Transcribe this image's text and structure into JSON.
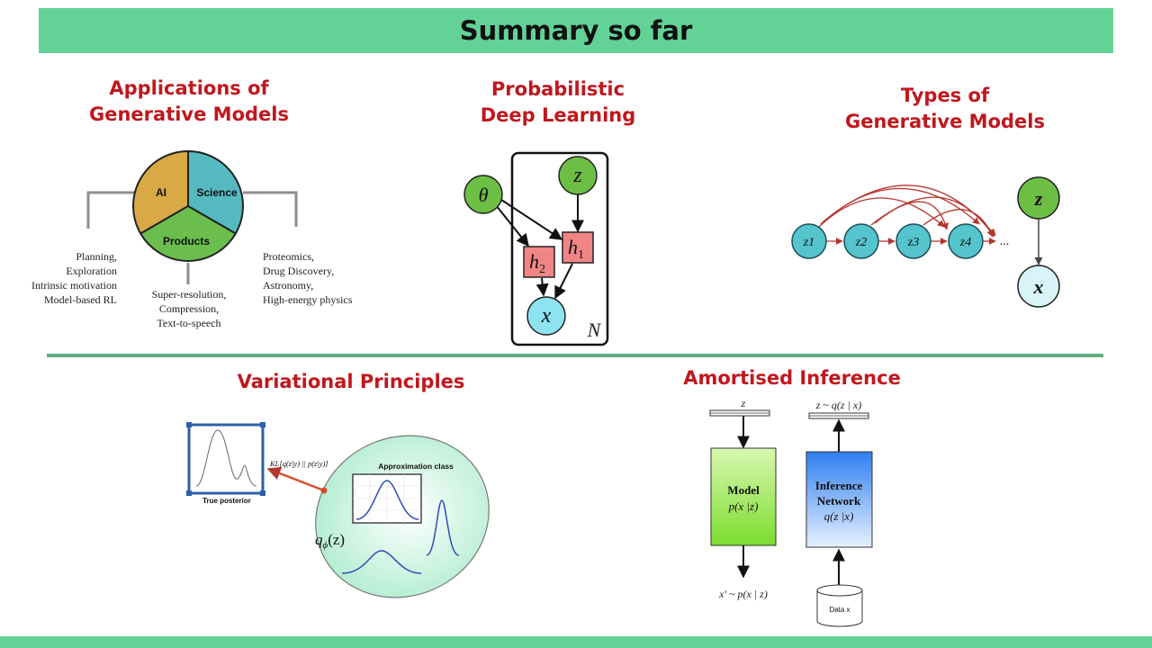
{
  "title": "Summary so far",
  "applications": {
    "heading_line1": "Applications of",
    "heading_line2": "Generative Models",
    "pie": {
      "ai": "AI",
      "science": "Science",
      "products": "Products"
    },
    "left_list": [
      "Planning,",
      "Exploration",
      "Intrinsic motivation",
      "Model-based RL"
    ],
    "bottom_list": [
      "Super-resolution,",
      "Compression,",
      "Text-to-speech"
    ],
    "right_list": [
      "Proteomics,",
      "Drug Discovery,",
      "Astronomy,",
      "High-energy physics"
    ],
    "colors": {
      "ai": "#d8a944",
      "science": "#55b9c0",
      "products": "#6bbd4d"
    }
  },
  "probabilistic": {
    "heading_line1": "Probabilistic",
    "heading_line2": "Deep Learning",
    "nodes": {
      "theta": "θ",
      "z": "z",
      "h1": "h",
      "h1_sub": "1",
      "h2": "h",
      "h2_sub": "2",
      "x": "x",
      "plate": "N"
    }
  },
  "types": {
    "heading_line1": "Types of",
    "heading_line2": "Generative Models",
    "chain": [
      "z1",
      "z2",
      "z3",
      "z4"
    ],
    "ellipsis": "...",
    "latent": "z",
    "observed": "x"
  },
  "variational": {
    "heading": "Variational Principles",
    "true_posterior": "True posterior",
    "kl_label": "KL[q(z|y) || p(z|y)]",
    "approx_class": "Approximation class",
    "q_label": "q",
    "q_sub": "ϕ",
    "q_arg": "(z)"
  },
  "amortised": {
    "heading": "Amortised Inference",
    "z_label": "z",
    "z_q_label": "z ~ q(z | x)",
    "model_title": "Model",
    "model_dist": "p(x |z)",
    "inference_title_line1": "Inference",
    "inference_title_line2": "Network",
    "inference_dist": "q(z |x)",
    "x_prime_label": "x' ~ p(x | z)",
    "data_label": "Data x"
  }
}
